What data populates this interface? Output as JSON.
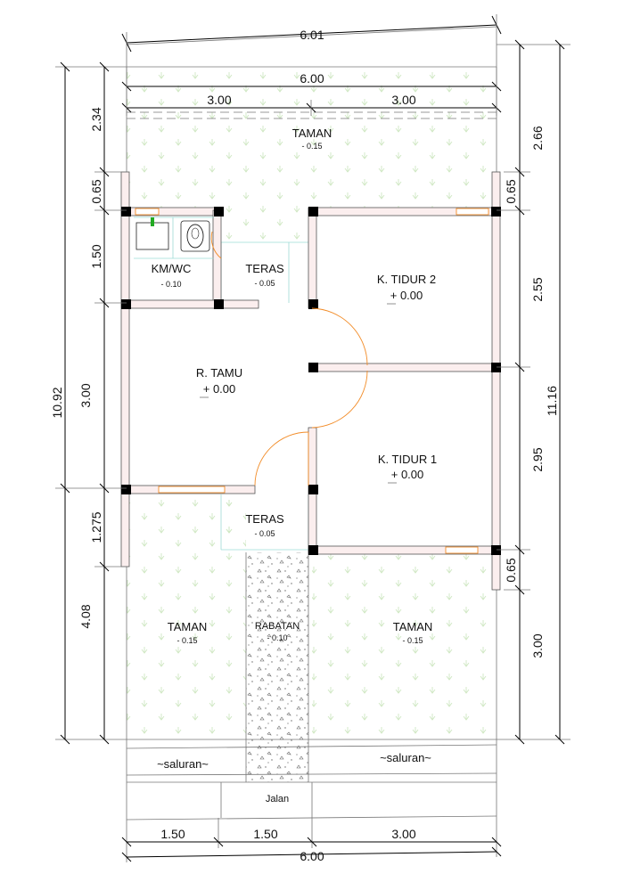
{
  "dimensions": {
    "top_overall": "6.01",
    "top_inner": "6.00",
    "top_left_half": "3.00",
    "top_right_half": "3.00",
    "left_2_34": "2.34",
    "left_0_65": "0.65",
    "left_1_50": "1.50",
    "left_3_00": "3.00",
    "left_1_275": "1.275",
    "left_4_08": "4.08",
    "left_total": "10.92",
    "right_2_66": "2.66",
    "right_0_65_top": "0.65",
    "right_2_55": "2.55",
    "right_2_95": "2.95",
    "right_0_65_bottom": "0.65",
    "right_3_00": "3.00",
    "right_total": "11.16",
    "bottom_1_50_a": "1.50",
    "bottom_1_50_b": "1.50",
    "bottom_3_00": "3.00",
    "bottom_total": "6.00"
  },
  "rooms": {
    "taman_top": {
      "name": "TAMAN",
      "level": "- 0.15"
    },
    "kmwc": {
      "name": "KM/WC",
      "level": "- 0.10"
    },
    "teras_top": {
      "name": "TERAS",
      "level": "- 0.05"
    },
    "tidur2": {
      "name": "K. TIDUR 2",
      "level": "+ 0.00"
    },
    "tamu": {
      "name": "R. TAMU",
      "level": "+ 0.00"
    },
    "tidur1": {
      "name": "K. TIDUR 1",
      "level": "+ 0.00"
    },
    "teras_bottom": {
      "name": "TERAS",
      "level": "- 0.05"
    },
    "taman_left": {
      "name": "TAMAN",
      "level": "- 0.15"
    },
    "rabatan": {
      "name": "RABATAN",
      "level": "- 0.10"
    },
    "taman_right": {
      "name": "TAMAN",
      "level": "- 0.15"
    }
  },
  "site": {
    "saluran_left": "~saluran~",
    "saluran_right": "~saluran~",
    "jalan": "Jalan"
  },
  "colors": {
    "door": "#f28c28",
    "wall_fill": "#fbeeee",
    "hatch": "#cfe7c2",
    "tile": "#9edbd6",
    "fixture": "#22aa22"
  }
}
